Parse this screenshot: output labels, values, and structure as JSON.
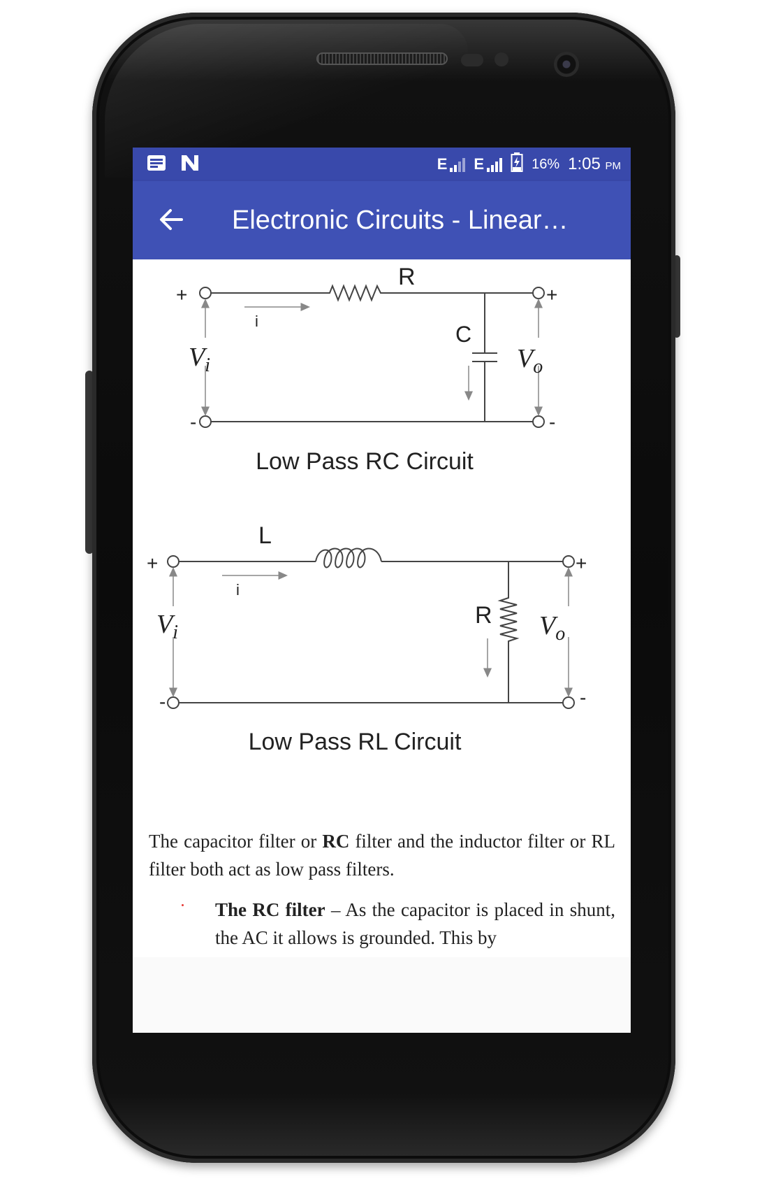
{
  "status_bar": {
    "network_1": "E",
    "network_2": "E",
    "battery": "16%",
    "time": "1:05",
    "ampm": "PM"
  },
  "app_bar": {
    "title": "Electronic Circuits - Linear…"
  },
  "rc_diagram": {
    "resistor_label": "R",
    "capacitor_label": "C",
    "current_label": "i",
    "input_label": "V",
    "input_sub": "i",
    "output_label": "V",
    "output_sub": "o",
    "plus": "+",
    "minus": "-",
    "caption": "Low Pass RC Circuit"
  },
  "rl_diagram": {
    "inductor_label": "L",
    "resistor_label": "R",
    "current_label": "i",
    "input_label": "V",
    "input_sub": "i",
    "output_label": "V",
    "output_sub": "o",
    "plus": "+",
    "minus": "-",
    "caption": "Low Pass RL Circuit"
  },
  "paragraph": {
    "part1": "The capacitor filter or ",
    "bold1": "RC",
    "part2": " filter and the inductor filter or RL filter both act as low pass filters."
  },
  "list_item": {
    "bold": "The RC filter",
    "text": " – As the capacitor is placed in shunt, the AC it allows is grounded. This by"
  },
  "colors": {
    "status_bar": "#3949ab",
    "app_bar": "#3f51b5",
    "bullet": "#e53935"
  }
}
